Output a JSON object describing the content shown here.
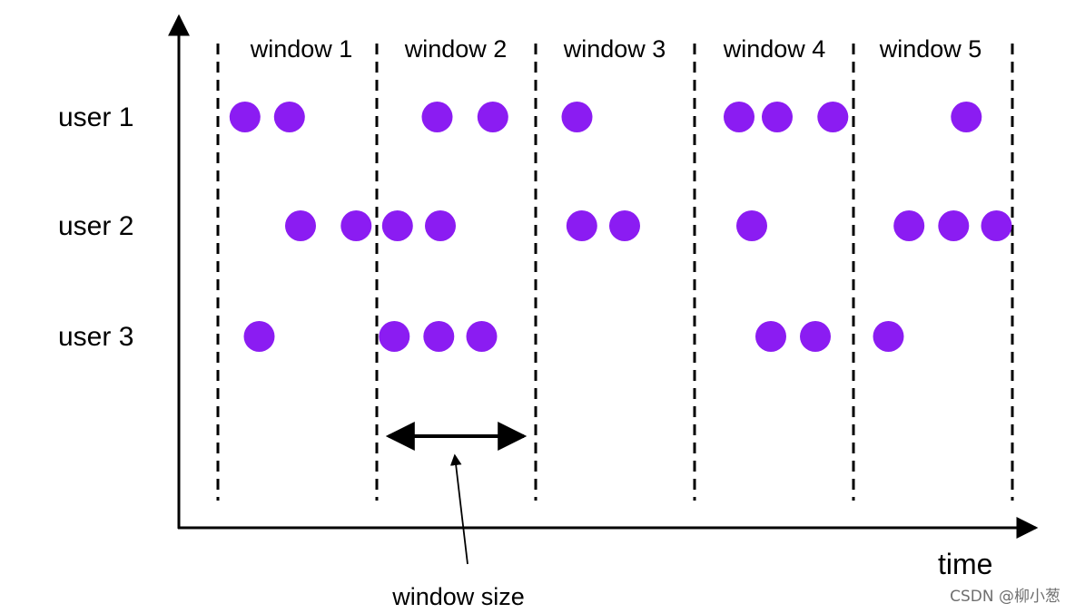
{
  "colors": {
    "event": "#8b1cf2",
    "line": "#000000",
    "watermark": "#6f6f6f"
  },
  "windows": [
    {
      "label": "window 1"
    },
    {
      "label": "window 2"
    },
    {
      "label": "window 3"
    },
    {
      "label": "window 4"
    },
    {
      "label": "window 5"
    }
  ],
  "users": [
    {
      "label": "user 1"
    },
    {
      "label": "user 2"
    },
    {
      "label": "user 3"
    }
  ],
  "axis": {
    "x_label": "time"
  },
  "annotation": {
    "window_size_label": "window size"
  },
  "watermark": {
    "text": "CSDN @柳小葱"
  },
  "events": [
    {
      "user": 0,
      "t": 0.17
    },
    {
      "user": 0,
      "t": 0.45
    },
    {
      "user": 0,
      "t": 1.38
    },
    {
      "user": 0,
      "t": 1.73
    },
    {
      "user": 0,
      "t": 2.26
    },
    {
      "user": 0,
      "t": 3.28
    },
    {
      "user": 0,
      "t": 3.52
    },
    {
      "user": 0,
      "t": 3.87
    },
    {
      "user": 0,
      "t": 4.71
    },
    {
      "user": 1,
      "t": 0.52
    },
    {
      "user": 1,
      "t": 0.87
    },
    {
      "user": 1,
      "t": 1.13
    },
    {
      "user": 1,
      "t": 1.4
    },
    {
      "user": 1,
      "t": 2.29
    },
    {
      "user": 1,
      "t": 2.56
    },
    {
      "user": 1,
      "t": 3.36
    },
    {
      "user": 1,
      "t": 4.35
    },
    {
      "user": 1,
      "t": 4.63
    },
    {
      "user": 1,
      "t": 4.9
    },
    {
      "user": 2,
      "t": 0.26
    },
    {
      "user": 2,
      "t": 1.11
    },
    {
      "user": 2,
      "t": 1.39
    },
    {
      "user": 2,
      "t": 1.66
    },
    {
      "user": 2,
      "t": 3.48
    },
    {
      "user": 2,
      "t": 3.76
    },
    {
      "user": 2,
      "t": 4.22
    }
  ]
}
